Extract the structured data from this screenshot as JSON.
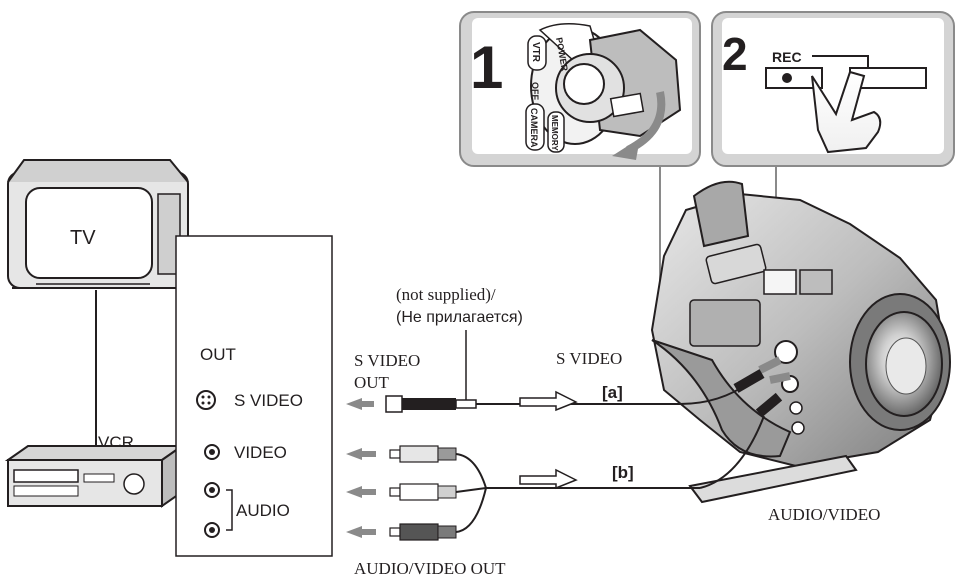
{
  "steps": {
    "step1": {
      "number": "1",
      "dial_labels": [
        "POWER",
        "VTR",
        "OFF",
        "CAMERA",
        "MEMORY"
      ]
    },
    "step2": {
      "number": "2",
      "rec_label": "REC"
    }
  },
  "devices": {
    "tv_label": "TV",
    "vcr_label": "VCR"
  },
  "panel": {
    "out_label": "OUT",
    "s_video": "S VIDEO",
    "video": "VIDEO",
    "audio": "AUDIO"
  },
  "cable_labels": {
    "not_supplied_en": "(not supplied)/",
    "not_supplied_ru": "(Не прилагается)",
    "s_video_out_line1": "S VIDEO",
    "s_video_out_line2": "OUT",
    "s_video_camera": "S VIDEO",
    "path_a": "[a]",
    "path_b": "[b]",
    "audio_video_camera": "AUDIO/VIDEO",
    "audio_video_out": "AUDIO/VIDEO OUT"
  },
  "colors": {
    "line": "#231f20",
    "panel_fill": "#d4d4d4",
    "device_fill": "#e6e6e6",
    "camera_fill": "#c9c9c9",
    "arrow_gray": "#8a8a8a"
  }
}
